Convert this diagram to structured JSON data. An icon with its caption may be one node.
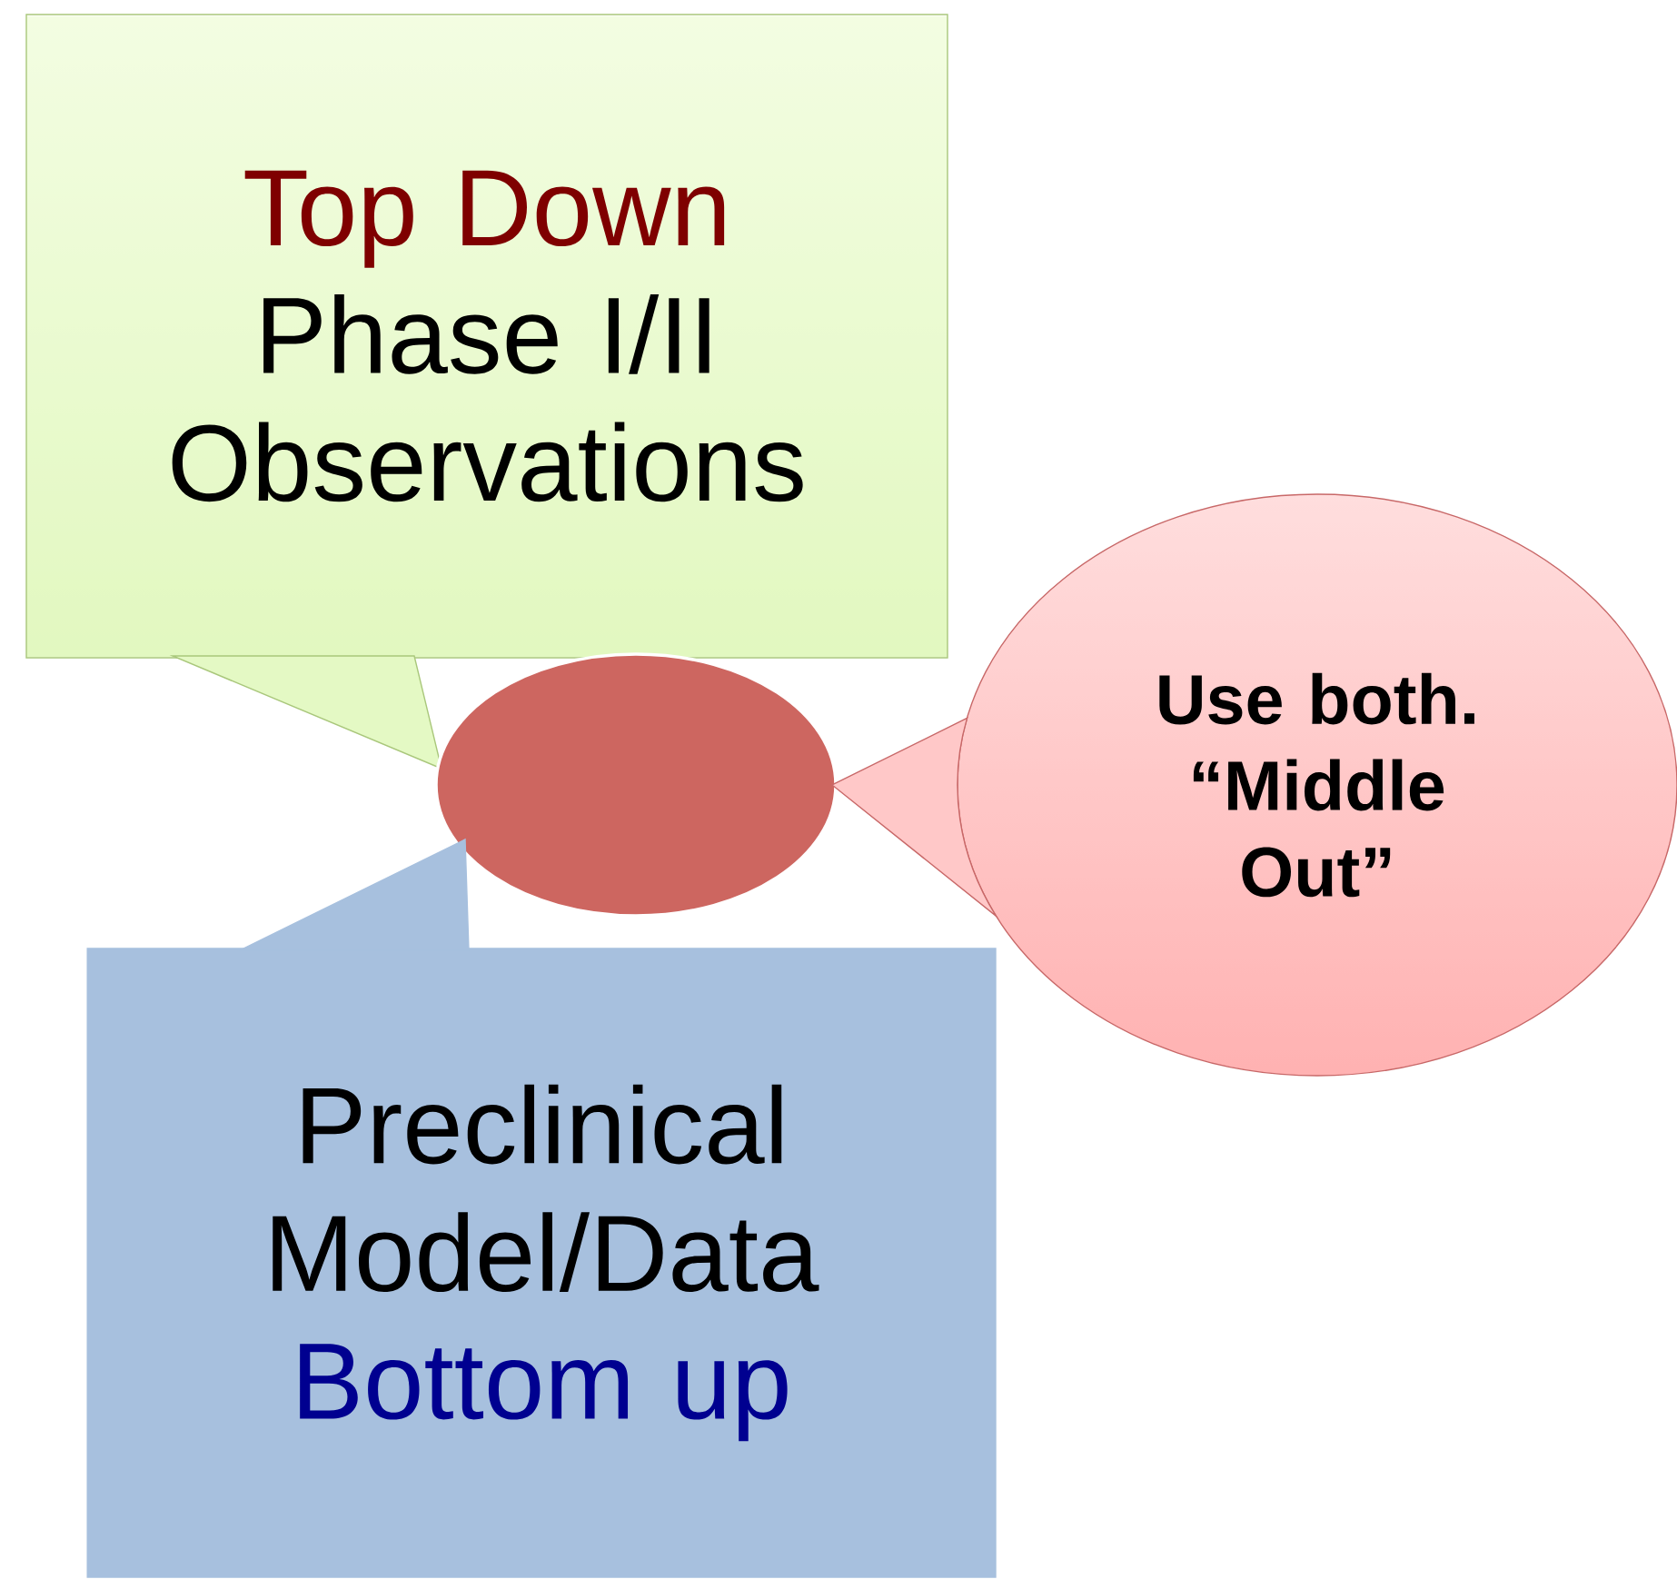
{
  "diagram": {
    "nodes": [
      {
        "text": [
          "Top Down",
          "Phase I/II Observations"
        ]
      },
      {
        "text": [],
        "shape": "circle"
      },
      {
        "text": [
          "Preclinical Model/Data",
          "Bottom up"
        ]
      },
      {
        "text": [
          "Use both. “Middle Out”"
        ]
      }
    ]
  }
}
